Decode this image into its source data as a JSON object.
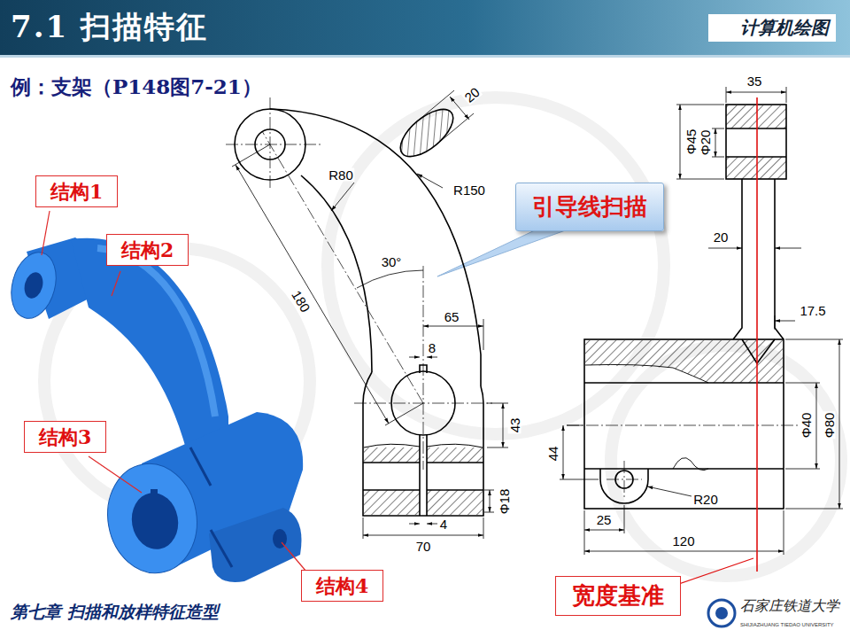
{
  "diagram": {
    "title": "7.1 扫描特征",
    "nodes": [
      {
        "text": [
          "计算机绘图"
        ]
      },
      {
        "text": [
          "结构1"
        ]
      },
      {
        "text": [
          "结构2"
        ]
      },
      {
        "text": [
          "结构3"
        ]
      },
      {
        "text": [
          "结构4"
        ]
      },
      {
        "text": [
          "引导线扫描"
        ]
      },
      {
        "text": [
          "宽度基准"
        ]
      }
    ],
    "labels": [
      "例：支架（P148图7-21）",
      "20",
      "R80",
      "R150",
      "30°",
      "180",
      "65",
      "8",
      "43",
      "Φ18",
      "4",
      "70",
      "35",
      "Φ45",
      "Φ20",
      "20",
      "17.5",
      "Φ40",
      "Φ80",
      "44",
      "R20",
      "25",
      "120",
      "第七章 扫描和放样特征造型",
      "石家庄铁道大学",
      "SHIJIAZHUANG TIEDAO UNIVERSITY"
    ]
  }
}
